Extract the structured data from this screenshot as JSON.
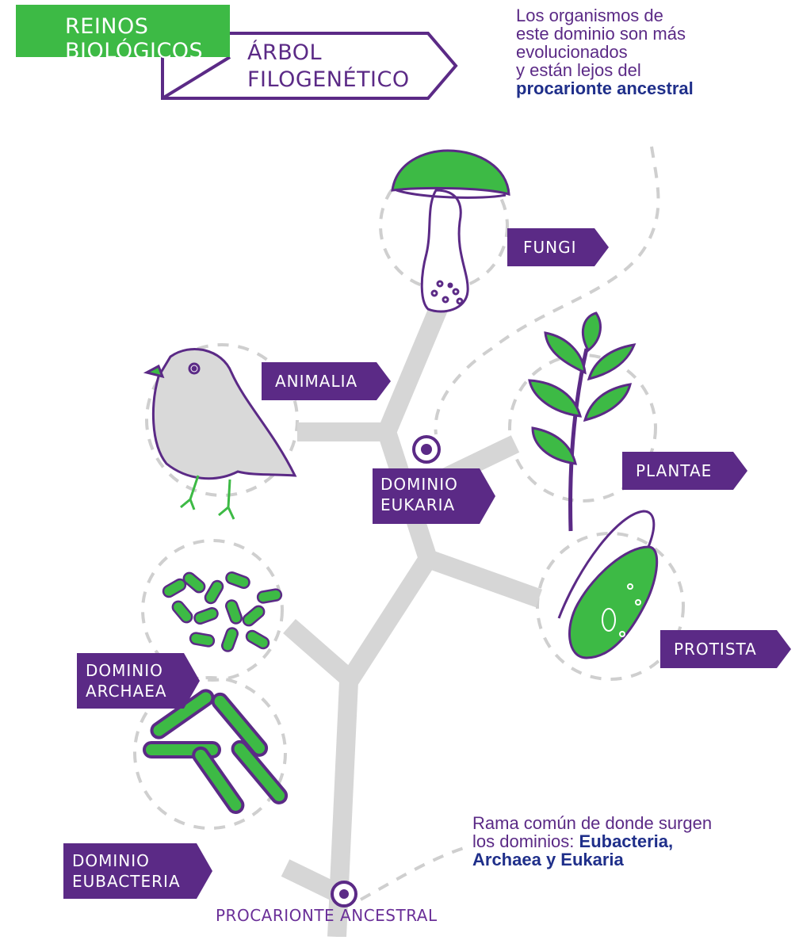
{
  "header": {
    "green_line1": "REINOS",
    "green_line2": "BIOLÓGICOS",
    "purple_line1": "ÁRBOL",
    "purple_line2": "FILOGENÉTICO"
  },
  "notes": {
    "top": {
      "line1": "Los organismos de",
      "line2": "este dominio son más",
      "line3": "evolucionados",
      "line4": "y están lejos del",
      "bold": "procarionte ancestral"
    },
    "bottom": {
      "line1": "Rama común de donde surgen",
      "line2_plain": "los dominios: ",
      "line2_bold": "Eubacteria,",
      "line3_bold": "Archaea y Eukaria"
    }
  },
  "labels": {
    "fungi": "FUNGI",
    "animalia": "ANIMALIA",
    "plantae": "PLANTAE",
    "eukaria_line1": "DOMINIO",
    "eukaria_line2": "EUKARIA",
    "protista": "PROTISTA",
    "archaea_line1": "DOMINIO",
    "archaea_line2": "ARCHAEA",
    "eubacteria_line1": "DOMINIO",
    "eubacteria_line2": "EUBACTERIA",
    "root": "PROCARIONTE ANCESTRAL"
  },
  "colors": {
    "green": "#3dba45",
    "purple": "#5b2a86",
    "trunk_gray": "#d6d6d6",
    "dash_gray": "#cfcfcf",
    "navy": "#1f2f8a"
  },
  "icons": [
    "mushroom-icon",
    "bird-icon",
    "plant-icon",
    "archaea-bacteria-icon",
    "euglena-icon",
    "bacilli-icon"
  ]
}
